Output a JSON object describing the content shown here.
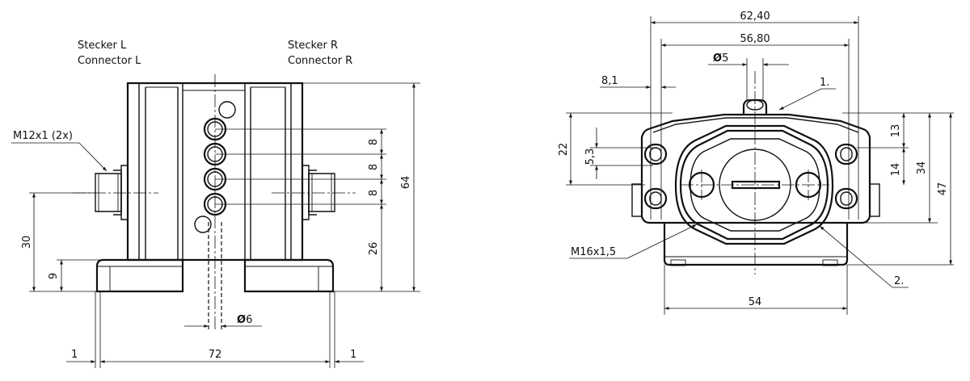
{
  "left_view": {
    "stecker_l": "Stecker L",
    "connector_l": "Connector L",
    "stecker_r": "Stecker R",
    "connector_r": "Connector R",
    "thread_label": "M12x1 (2x)",
    "dim_30": "30",
    "dim_9": "9",
    "dim_8a": "8",
    "dim_8b": "8",
    "dim_8c": "8",
    "dim_26": "26",
    "dim_64": "64",
    "dim_dia6": "6",
    "dim_1_left": "1",
    "dim_72": "72",
    "dim_1_right": "1"
  },
  "right_view": {
    "dim_6240": "62,40",
    "dim_5680": "56,80",
    "dim_dia5": "5",
    "dim_81": "8,1",
    "callout_1": "1.",
    "dim_22": "22",
    "dim_53": "5,3",
    "dim_13": "13",
    "dim_14": "14",
    "dim_34": "34",
    "dim_47": "47",
    "thread_label": "M16x1,5",
    "callout_2": "2.",
    "dim_54": "54"
  },
  "diameter_symbol": "Ø"
}
